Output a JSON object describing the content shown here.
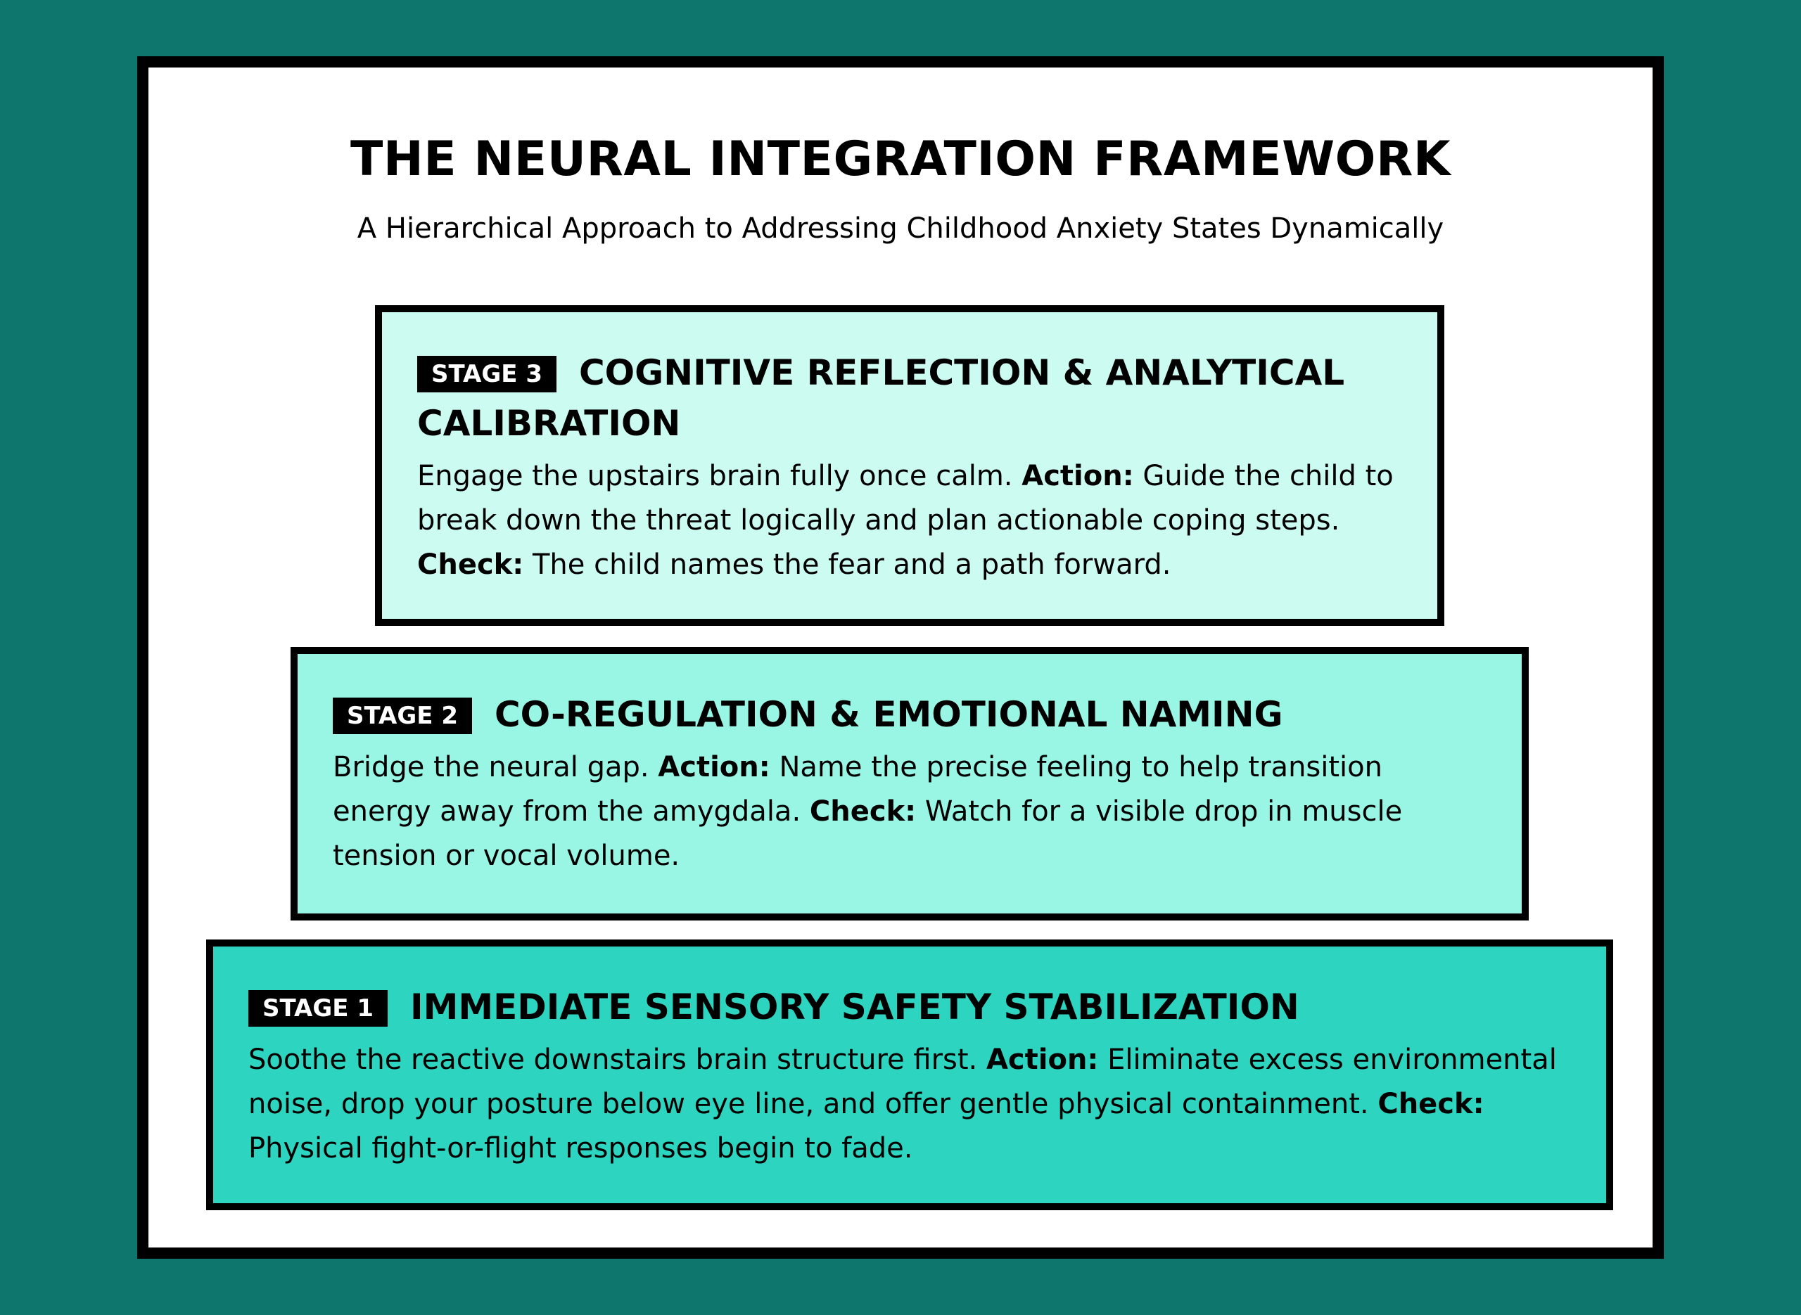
{
  "title": "THE NEURAL INTEGRATION FRAMEWORK",
  "subtitle": "A Hierarchical Approach to Addressing Childhood Anxiety States Dynamically",
  "colors": {
    "outer_background": "#0f766e",
    "stage3_fill": "#ccfbf1",
    "stage2_fill": "#99f6e4",
    "stage1_fill": "#2dd4bf",
    "border": "#000000"
  },
  "stages": {
    "stage3": {
      "badge": "STAGE 3",
      "heading": "COGNITIVE REFLECTION & ANALYTICAL CALIBRATION",
      "intro": "Engage the upstairs brain fully once calm.",
      "action_label": "Action:",
      "action_text": "Guide the child to break down the threat logically and plan actionable coping steps.",
      "check_label": "Check:",
      "check_text": "The child names the fear and a path forward."
    },
    "stage2": {
      "badge": "STAGE 2",
      "heading": "CO-REGULATION & EMOTIONAL NAMING",
      "intro": "Bridge the neural gap.",
      "action_label": "Action:",
      "action_text": "Name the precise feeling to help transition energy away from the amygdala.",
      "check_label": "Check:",
      "check_text": "Watch for a visible drop in muscle tension or vocal volume."
    },
    "stage1": {
      "badge": "STAGE 1",
      "heading": "IMMEDIATE SENSORY SAFETY STABILIZATION",
      "intro": "Soothe the reactive downstairs brain structure first.",
      "action_label": "Action:",
      "action_text": "Eliminate excess environmental noise, drop your posture below eye line, and offer gentle physical containment.",
      "check_label": "Check:",
      "check_text": "Physical fight-or-flight responses begin to fade."
    }
  }
}
